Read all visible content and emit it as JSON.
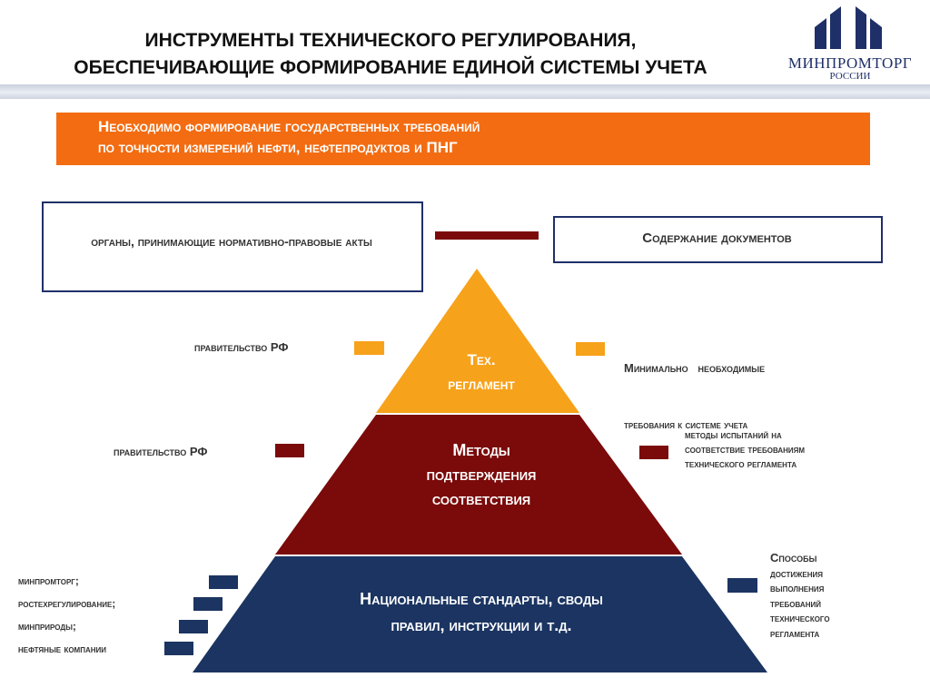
{
  "header": {
    "title_line1": "ИНСТРУМЕНТЫ ТЕХНИЧЕСКОГО РЕГУЛИРОВАНИЯ,",
    "title_line2": "ОБЕСПЕЧИВАЮЩИЕ ФОРМИРОВАНИЕ ЕДИНОЙ СИСТЕМЫ УЧЕТА",
    "logo_text": "МИНПРОМТОРГ",
    "logo_subtext": "РОССИИ"
  },
  "banner": {
    "line1": "Необходимо формирование государственных требований",
    "line2": "по точности измерений нефти, нефтепродуктов и ПНГ"
  },
  "boxes": {
    "left": "органы, принимающие нормативно-правовые акты",
    "right": "Содержание документов"
  },
  "pyramid": {
    "tier1_line1": "Тех.",
    "tier1_line2": "регламент",
    "tier2_line1": "Методы",
    "tier2_line2": "подтверждения",
    "tier2_line3": "соответствия",
    "tier3_line1": "Национальные стандарты, своды",
    "tier3_line2": "правил, инструкции и т.д."
  },
  "left_labels": {
    "tier1": "правительство РФ",
    "tier2": "правительство РФ",
    "tier3": [
      "минпромторг;",
      "ростехрегулирование;",
      "минприроды;",
      "нефтяные компании"
    ]
  },
  "right_labels": {
    "tier1_line1": "Минимально   необходимые",
    "tier1_line2": "требования к системе учета",
    "tier2_line1": "методы испытаний на",
    "tier2_line2": "соответствие требованиям",
    "tier2_line3": "технического регламента",
    "tier3": [
      "Способы",
      "достижения",
      "выполнения",
      "требований",
      "технического",
      "регламента"
    ]
  },
  "colors": {
    "orange_banner": "#f36c12",
    "tier1": "#f7a21b",
    "tier2": "#7b0a0a",
    "tier3": "#1b3461",
    "border": "#1f2f68"
  }
}
